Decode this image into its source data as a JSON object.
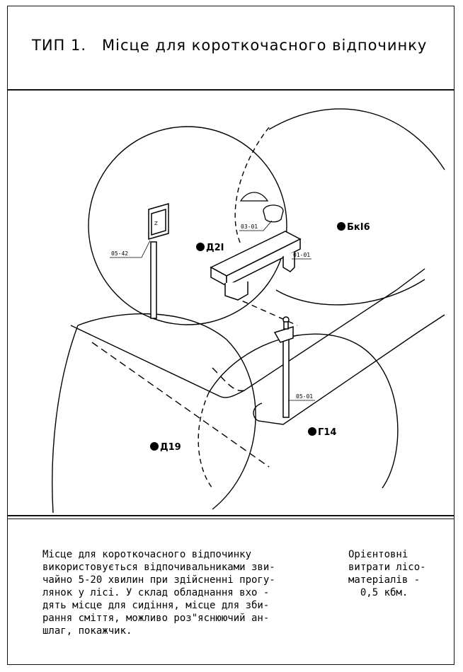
{
  "title": {
    "type": "ТИП 1.",
    "name": "Місце для  короткочасного відпочинку"
  },
  "labels": {
    "d21": "Д2І",
    "bk16": "БкІ6",
    "d19": "Д19",
    "g14": "Г14",
    "code_sign": "05-42",
    "code_bin": "03-01",
    "code_bench": "01-01",
    "code_post": "05-01"
  },
  "description": "Місце для короткочасного відпочинку\nвикористовується відпочивальниками зви-\nчайно 5-20 хвилин при здійсненні прогу-\nлянок у лісі. У склад обладнання вхо -\nдять місце для сидіння, місце для зби-\nрання сміття, можливо роз\"яснюючий ан-\nшлаг, покажчик.",
  "cost": "Орієнтовні\nвитрати лісо-\nматеріалів -\n  0,5 кбм."
}
